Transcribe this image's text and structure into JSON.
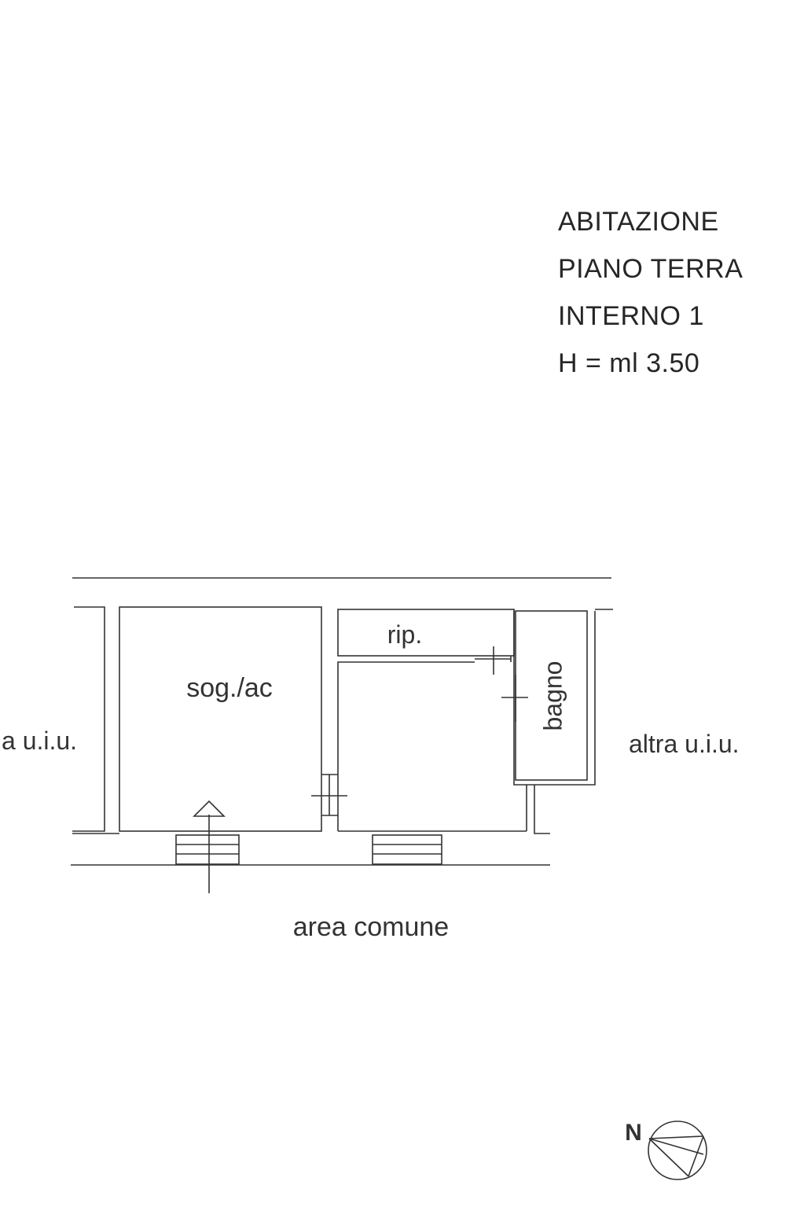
{
  "header": {
    "lines": [
      "ABITAZIONE",
      "PIANO TERRA",
      "INTERNO 1",
      "H = ml 3.50"
    ]
  },
  "rooms": {
    "soggiorno": "sog./ac",
    "ripostiglio": "rip.",
    "bagno": "bagno"
  },
  "neighbors": {
    "left": "a u.i.u.",
    "right": "altra u.i.u."
  },
  "outside": {
    "common_area": "area comune"
  },
  "compass": {
    "label": "N"
  },
  "colors": {
    "ink": "#333333",
    "background": "#ffffff"
  }
}
